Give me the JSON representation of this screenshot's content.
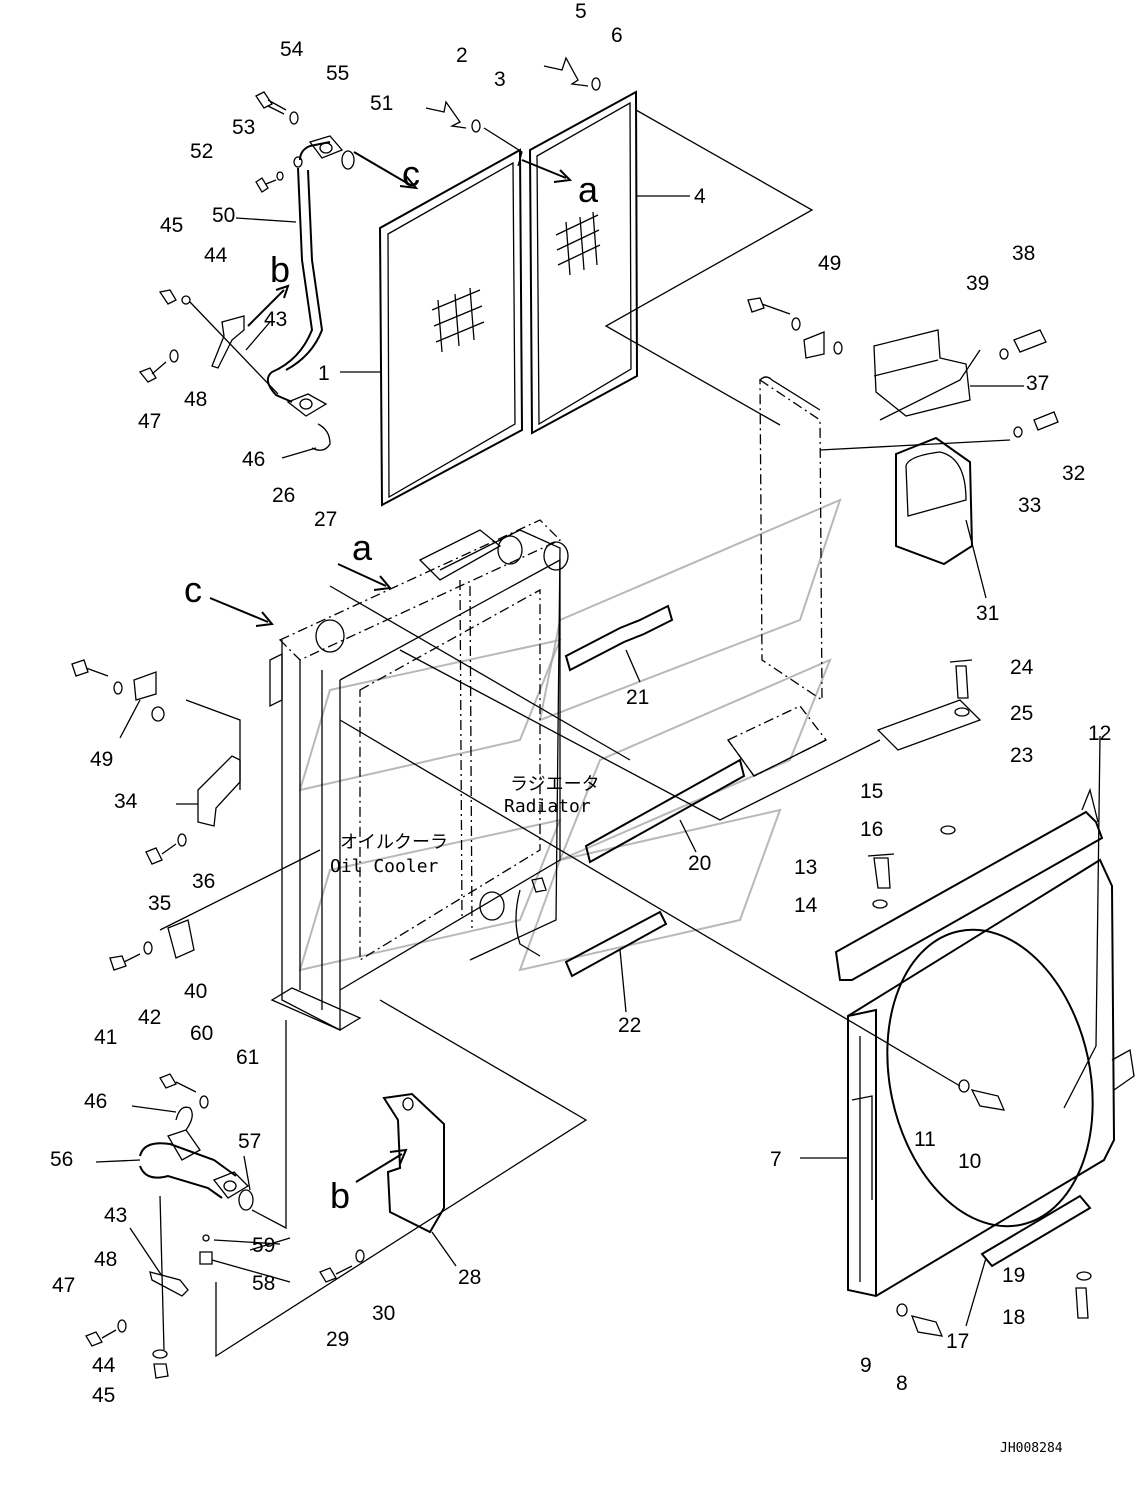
{
  "drawing_code": "JH008284",
  "panel_labels": {
    "radiator_jp": "ラジエータ",
    "radiator_en": "Radiator",
    "oilcooler_jp": "オイルクーラ",
    "oilcooler_en": "Oil Cooler"
  },
  "view_markers": [
    "a",
    "a",
    "b",
    "b",
    "c",
    "c"
  ],
  "parts": [
    {
      "id": "p1",
      "label": "1"
    },
    {
      "id": "p2",
      "label": "2"
    },
    {
      "id": "p3",
      "label": "3"
    },
    {
      "id": "p4",
      "label": "4"
    },
    {
      "id": "p5",
      "label": "5"
    },
    {
      "id": "p6",
      "label": "6"
    },
    {
      "id": "p7",
      "label": "7"
    },
    {
      "id": "p8",
      "label": "8"
    },
    {
      "id": "p9",
      "label": "9"
    },
    {
      "id": "p10",
      "label": "10"
    },
    {
      "id": "p11",
      "label": "11"
    },
    {
      "id": "p12",
      "label": "12"
    },
    {
      "id": "p13",
      "label": "13"
    },
    {
      "id": "p14",
      "label": "14"
    },
    {
      "id": "p15",
      "label": "15"
    },
    {
      "id": "p16",
      "label": "16"
    },
    {
      "id": "p17",
      "label": "17"
    },
    {
      "id": "p18",
      "label": "18"
    },
    {
      "id": "p19",
      "label": "19"
    },
    {
      "id": "p20",
      "label": "20"
    },
    {
      "id": "p21",
      "label": "21"
    },
    {
      "id": "p22",
      "label": "22"
    },
    {
      "id": "p23",
      "label": "23"
    },
    {
      "id": "p24",
      "label": "24"
    },
    {
      "id": "p25",
      "label": "25"
    },
    {
      "id": "p26",
      "label": "26"
    },
    {
      "id": "p27",
      "label": "27"
    },
    {
      "id": "p28",
      "label": "28"
    },
    {
      "id": "p29",
      "label": "29"
    },
    {
      "id": "p30",
      "label": "30"
    },
    {
      "id": "p31",
      "label": "31"
    },
    {
      "id": "p32",
      "label": "32"
    },
    {
      "id": "p33",
      "label": "33"
    },
    {
      "id": "p34",
      "label": "34"
    },
    {
      "id": "p35",
      "label": "35"
    },
    {
      "id": "p36",
      "label": "36"
    },
    {
      "id": "p37",
      "label": "37"
    },
    {
      "id": "p38",
      "label": "38"
    },
    {
      "id": "p39",
      "label": "39"
    },
    {
      "id": "p40",
      "label": "40"
    },
    {
      "id": "p41",
      "label": "41"
    },
    {
      "id": "p42",
      "label": "42"
    },
    {
      "id": "p43a",
      "label": "43"
    },
    {
      "id": "p43b",
      "label": "43"
    },
    {
      "id": "p44a",
      "label": "44"
    },
    {
      "id": "p44b",
      "label": "44"
    },
    {
      "id": "p45a",
      "label": "45"
    },
    {
      "id": "p45b",
      "label": "45"
    },
    {
      "id": "p46a",
      "label": "46"
    },
    {
      "id": "p46b",
      "label": "46"
    },
    {
      "id": "p47a",
      "label": "47"
    },
    {
      "id": "p47b",
      "label": "47"
    },
    {
      "id": "p48a",
      "label": "48"
    },
    {
      "id": "p48b",
      "label": "48"
    },
    {
      "id": "p49a",
      "label": "49"
    },
    {
      "id": "p49b",
      "label": "49"
    },
    {
      "id": "p50",
      "label": "50"
    },
    {
      "id": "p51",
      "label": "51"
    },
    {
      "id": "p52",
      "label": "52"
    },
    {
      "id": "p53",
      "label": "53"
    },
    {
      "id": "p54",
      "label": "54"
    },
    {
      "id": "p55",
      "label": "55"
    },
    {
      "id": "p56",
      "label": "56"
    },
    {
      "id": "p57",
      "label": "57"
    },
    {
      "id": "p58",
      "label": "58"
    },
    {
      "id": "p59",
      "label": "59"
    },
    {
      "id": "p60",
      "label": "60"
    },
    {
      "id": "p61",
      "label": "61"
    }
  ]
}
